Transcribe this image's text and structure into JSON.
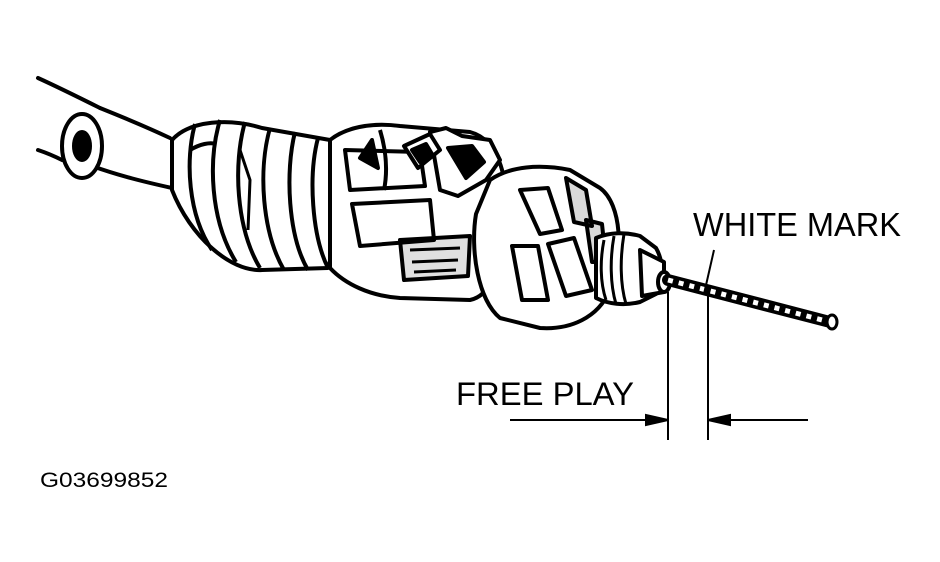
{
  "labels": {
    "white_mark": "WHITE MARK",
    "free_play": "FREE PLAY",
    "figure_code": "G03699852"
  },
  "colors": {
    "ink": "#000000",
    "paper": "#ffffff"
  }
}
